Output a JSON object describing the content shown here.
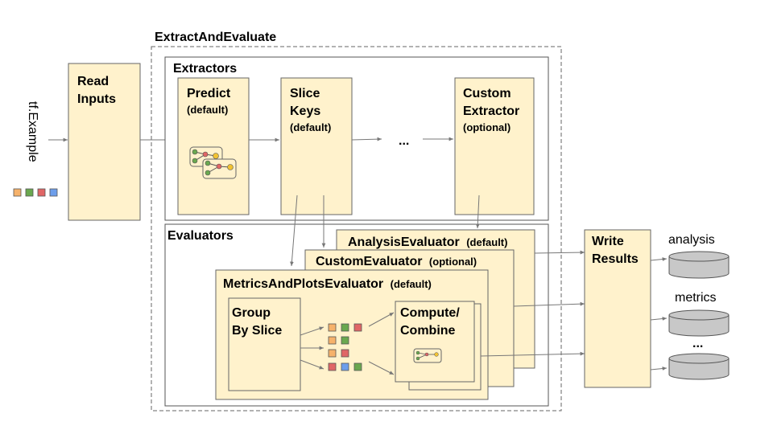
{
  "diagram": {
    "outer_label": "ExtractAndEvaluate",
    "input_label": "tf.Example",
    "input_squares": [
      "#f6b26b",
      "#6aa84f",
      "#e06666",
      "#6d9eeb"
    ],
    "read_inputs": [
      "Read",
      "Inputs"
    ],
    "extractors": {
      "title": "Extractors",
      "predict": {
        "lines": [
          "Predict"
        ],
        "note": "(default)"
      },
      "slice_keys": {
        "lines": [
          "Slice",
          "Keys"
        ],
        "note": "(default)"
      },
      "ellipsis": "...",
      "custom": {
        "lines": [
          "Custom",
          "Extractor"
        ],
        "note": "(optional)"
      }
    },
    "evaluators": {
      "title": "Evaluators",
      "analysis": {
        "name": "AnalysisEvaluator",
        "note": "(default)"
      },
      "custom": {
        "name": "CustomEvaluator",
        "note": "(optional)"
      },
      "metrics": {
        "name": "MetricsAndPlotsEvaluator",
        "note": "(default)"
      },
      "group_by": [
        "Group",
        "By Slice"
      ],
      "compute": [
        "Compute/",
        "Combine"
      ]
    },
    "write_results": [
      "Write",
      "Results"
    ],
    "outputs": [
      "analysis",
      "metrics",
      "..."
    ],
    "colors": {
      "box_fill": "#fff2cc",
      "orange": "#f6b26b",
      "green": "#6aa84f",
      "red": "#e06666",
      "blue": "#6d9eeb",
      "yellow": "#f1c232",
      "db_fill": "#c8c8c8"
    }
  }
}
